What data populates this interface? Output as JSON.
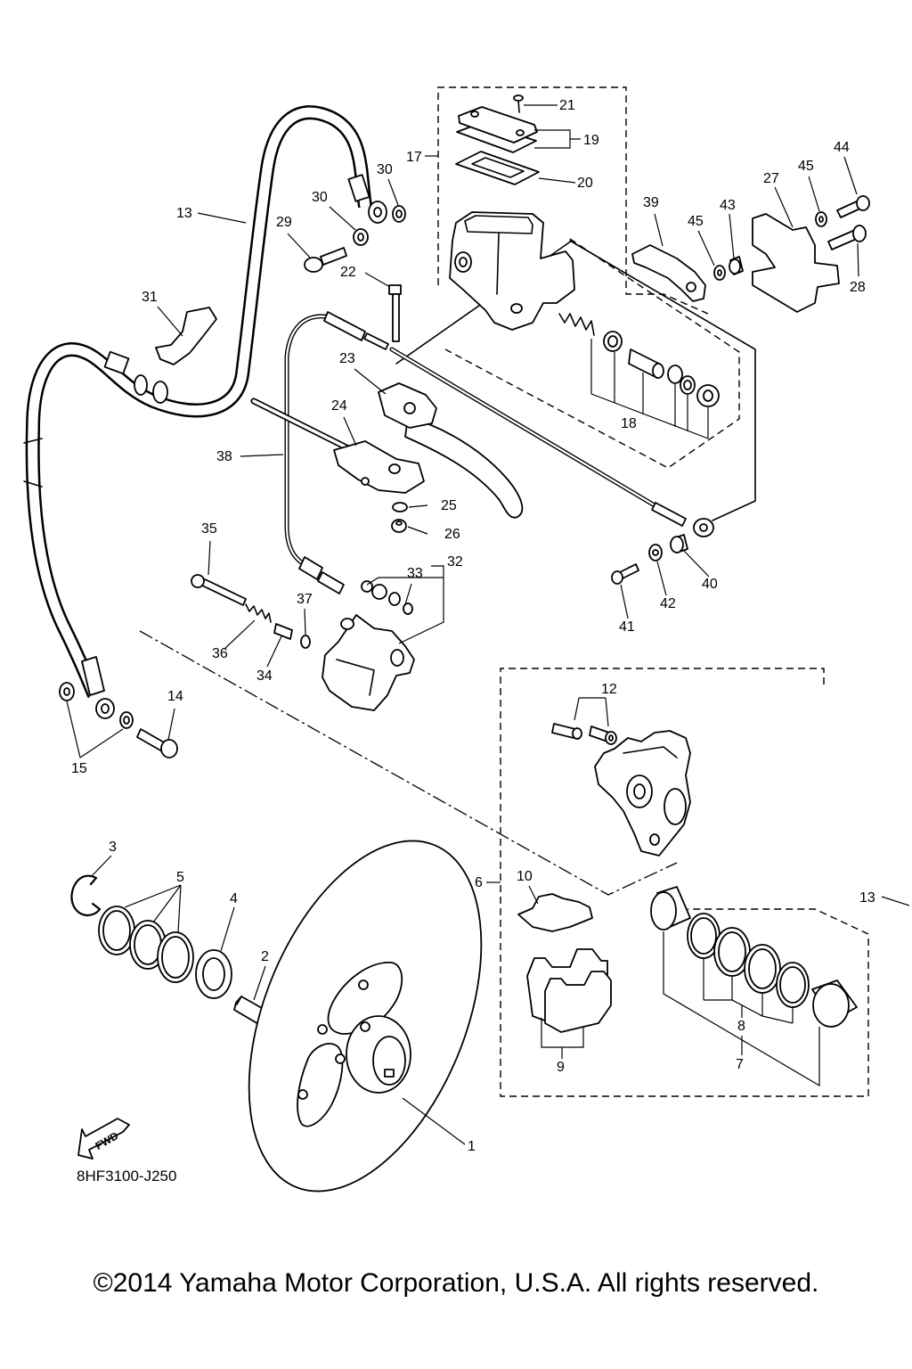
{
  "diagram_code": "8HF3100-J250",
  "fwd_label": "FWD",
  "copyright": "©2014 Yamaha Motor Corporation, U.S.A. All rights reserved.",
  "callouts": {
    "c1": "1",
    "c2": "2",
    "c3": "3",
    "c4": "4",
    "c5": "5",
    "c6": "6",
    "c7": "7",
    "c8": "8",
    "c9": "9",
    "c10": "10",
    "c12": "12",
    "c13a": "13",
    "c13b": "13",
    "c14": "14",
    "c15": "15",
    "c17": "17",
    "c18": "18",
    "c19": "19",
    "c20": "20",
    "c21": "21",
    "c22": "22",
    "c23": "23",
    "c24": "24",
    "c25": "25",
    "c26": "26",
    "c27": "27",
    "c28": "28",
    "c29": "29",
    "c30a": "30",
    "c30b": "30",
    "c31": "31",
    "c32": "32",
    "c33": "33",
    "c34": "34",
    "c35": "35",
    "c36": "36",
    "c37": "37",
    "c38": "38",
    "c39": "39",
    "c40": "40",
    "c41": "41",
    "c42": "42",
    "c43": "43",
    "c44": "44",
    "c45a": "45",
    "c45b": "45"
  }
}
